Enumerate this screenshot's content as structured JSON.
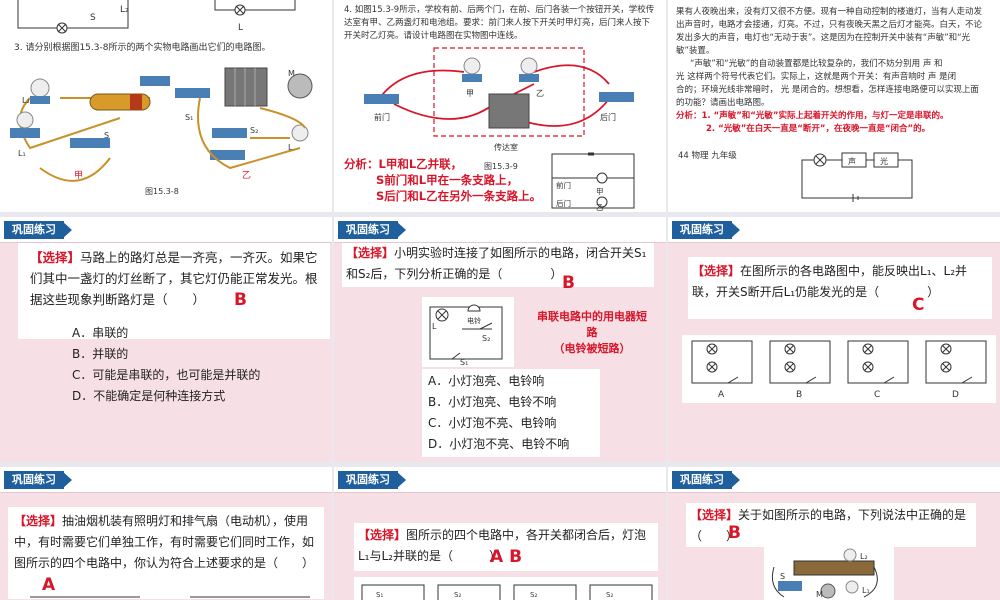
{
  "header_tag": "巩固练习",
  "slide1": {
    "task": "3. 请分别根据图15.3-8所示的两个实物电路画出它们的电路图。",
    "labels": [
      "L₁",
      "S",
      "L₂",
      "S",
      "L",
      "M",
      "S₁",
      "S₂"
    ],
    "left_caption": "甲",
    "right_caption": "乙",
    "figure": "图15.3-8",
    "circuit_labels": [
      "S",
      "L₂",
      "L",
      "S"
    ]
  },
  "slide2": {
    "task": "4. 如图15.3-9所示，学校有前、后两个门，在前、后门各装一个按钮开关，学校传达室有甲、乙两盏灯和电池组。要求：前门来人按下开关时甲灯亮，后门来人按下开关时乙灯亮。请设计电路图在实物图中连线。",
    "labels": [
      "前门",
      "甲",
      "乙",
      "后门",
      "传达室"
    ],
    "figure": "图15.3-9",
    "analysis_title": "分析：",
    "analysis_lines": [
      "L甲和L乙并联，",
      "S前门和L甲在一条支路上，",
      "S后门和L乙在另外一条支路上。"
    ],
    "circuit_labels": [
      "前门",
      "甲",
      "后门",
      "乙"
    ]
  },
  "slide3": {
    "text_lines": [
      "果有人夜晚出来，没有灯又很不方便。现有一种自动控制的楼道灯，当有人走动发",
      "出声音时，电路才会接通，灯亮。不过，只有夜晚天黑之后灯才能亮。白天，不论",
      "发出多大的声音，电灯也“无动于衷”。这是因为在控制开关中装有“声敏”和“光",
      "敏”装置。",
      "“声敏”和“光敏”的自动装置都是比较复杂的，我们不妨分别用 声 和",
      "光 这样两个符号代表它们。实际上，这就是两个开关：有声音响时 声 是闭",
      "合的；环境光线非常暗时， 光 是闭合的。想想看，怎样连接电路便可以实现上面",
      "的功能？请画出电路图。"
    ],
    "analysis": [
      "分析：1. “声敏”和“光敏”实际上起着开关的作用，与灯一定是串联的。",
      "2. “光敏”在白天一直是“断开”，在夜晚一直是“闭合”的。"
    ],
    "footer": "44   物理   九年级",
    "circuit_labels": [
      "声",
      "光"
    ]
  },
  "slide4": {
    "sel": "【选择】",
    "question": "马路上的路灯总是一齐亮，一齐灭。如果它们其中一盏灯的灯丝断了，其它灯仍能正常发光。根据这些现象判断路灯是（　　）",
    "answer": "B",
    "options": [
      "A．串联的",
      "B．并联的",
      "C．可能是串联的，也可能是并联的",
      "D．不能确定是何种连接方式"
    ]
  },
  "slide5": {
    "sel": "【选择】",
    "question": "小明实验时连接了如图所示的电路，闭合开关S₁和S₂后，下列分析正确的是（　　　　）",
    "answer": "B",
    "note": [
      "串联电路中的用电器短",
      "路",
      "（电铃被短路）"
    ],
    "circuit_labels": [
      "L",
      "电铃",
      "S₂",
      "S₁"
    ],
    "options": [
      "A．小灯泡亮、电铃响",
      "B．小灯泡亮、电铃不响",
      "C．小灯泡不亮、电铃响",
      "D．小灯泡不亮、电铃不响"
    ]
  },
  "slide6": {
    "sel": "【选择】",
    "question": "在图所示的各电路图中，能反映出L₁、L₂并联，开关S断开后L₁仍能发光的是（　　　　）",
    "answer": "C",
    "circuit_letters": [
      "A",
      "B",
      "C",
      "D"
    ]
  },
  "slide7": {
    "sel": "【选择】",
    "question": "抽油烟机装有照明灯和排气扇（电动机），使用中，有时需要它们单独工作，有时需要它们同时工作，如图所示的四个电路中，你认为符合上述要求的是（　　）",
    "answer": "A"
  },
  "slide8": {
    "sel": "【选择】",
    "question": "图所示的四个电路中，各开关都闭合后，灯泡L₁与L₂并联的是（　　　）",
    "answer": "A B",
    "circuit_labels": [
      "S₁",
      "S₂",
      "S₂",
      "S₂"
    ]
  },
  "slide9": {
    "sel": "【选择】",
    "question": "关于如图所示的电路，下列说法中正确的是（　　）",
    "answer": "B",
    "labels": [
      "L₂",
      "L₁",
      "S",
      "M"
    ]
  },
  "colors": {
    "tag_blue": "#1f5f9e",
    "answer_red": "#d8162a",
    "slide_pink": "#f7dfe6"
  }
}
